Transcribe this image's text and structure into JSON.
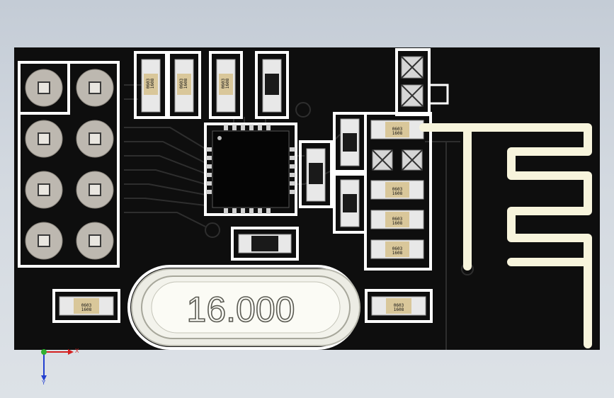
{
  "colors": {
    "pcb": "#0e0e0e",
    "silkscreen": "#ffffff",
    "antenna": "#f7f4dc",
    "component_body": "#e8e8e8",
    "background": "#cfd6de"
  },
  "crystal": {
    "label": "16.000"
  },
  "components": {
    "r1": "0603\n1608",
    "r2": "0603\n1608",
    "r3": "0603\n1608",
    "c_right_1": "0603\n1608",
    "c_right_2": "0603\n1608",
    "c_right_3": "0603\n1608",
    "c_right_4": "0603\n1608",
    "c_bottom_left": "0603\n1608",
    "c_bottom_right": "0603\n1608"
  },
  "axes": {
    "x": "X",
    "y": "Y"
  }
}
